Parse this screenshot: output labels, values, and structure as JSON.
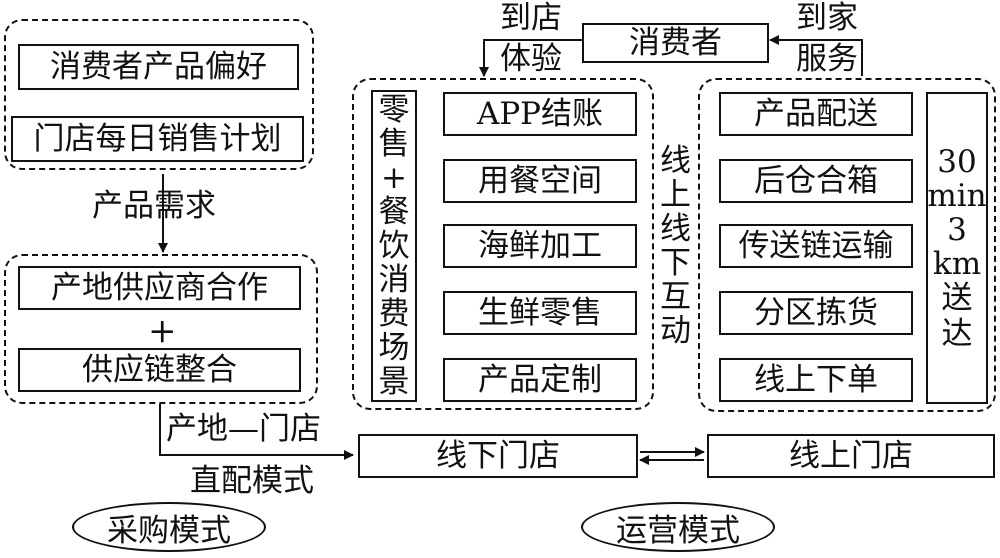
{
  "procurement": {
    "preference": "消费者产品偏好",
    "sales_plan": "门店每日销售计划",
    "demand_label": "产品需求",
    "origin_supplier": "产地供应商合作",
    "plus": "+",
    "supply_chain": "供应链整合",
    "direct_label_1": "产地—门店",
    "direct_label_2": "直配模式",
    "mode": "采购模式"
  },
  "consumer": {
    "label": "消费者",
    "in_store_1": "到店",
    "in_store_2": "体验",
    "delivery_1": "到家",
    "delivery_2": "服务"
  },
  "retail_scene": {
    "vertical": [
      "零",
      "售",
      "+",
      "餐",
      "饮",
      "消",
      "费",
      "场",
      "景"
    ],
    "items": [
      "APP结账",
      "用餐空间",
      "海鲜加工",
      "生鲜零售",
      "产品定制"
    ]
  },
  "interaction": [
    "线",
    "上",
    "线",
    "下",
    "互",
    "动"
  ],
  "delivery": {
    "items": [
      "产品配送",
      "后仓合箱",
      "传送链运输",
      "分区拣货",
      "线上下单"
    ],
    "promise": [
      "30",
      "min",
      "3",
      "km",
      "送",
      "达"
    ]
  },
  "stores": {
    "offline": "线下门店",
    "online": "线上门店"
  },
  "operation_mode": "运营模式"
}
